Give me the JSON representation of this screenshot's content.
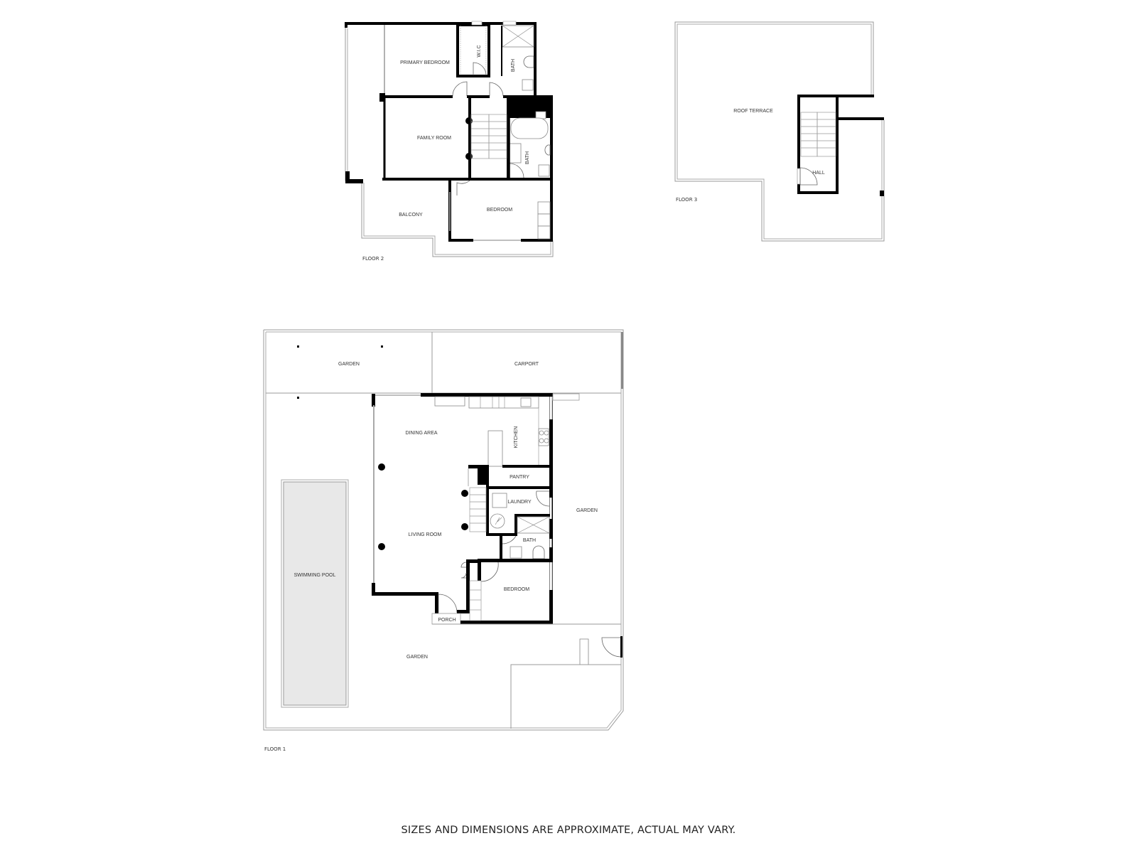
{
  "plan": {
    "floors": [
      {
        "id": "floor-2",
        "label": "FLOOR 2",
        "rooms": {
          "primary_bedroom": "PRIMARY BEDROOM",
          "wic": "W.I.C",
          "bath_ensuite": "BATH",
          "family_room": "FAMILY ROOM",
          "bath": "BATH",
          "balcony": "BALCONY",
          "bedroom": "BEDROOM"
        }
      },
      {
        "id": "floor-3",
        "label": "FLOOR 3",
        "rooms": {
          "roof_terrace": "ROOF TERRACE",
          "hall": "HALL"
        }
      },
      {
        "id": "floor-1",
        "label": "FLOOR 1",
        "rooms": {
          "garden_north": "GARDEN",
          "carport": "CARPORT",
          "dining_area": "DINING AREA",
          "kitchen": "KITCHEN",
          "pantry": "PANTRY",
          "laundry": "LAUNDRY",
          "living_room": "LIVING ROOM",
          "bath": "BATH",
          "bedroom": "BEDROOM",
          "porch": "PORCH",
          "garden_east": "GARDEN",
          "garden_south": "GARDEN",
          "swimming_pool": "SWIMMING POOL"
        }
      }
    ],
    "colors": {
      "wall": "#000000",
      "outline": "#999999",
      "pool_fill": "#e8e8e8",
      "background": "#ffffff"
    }
  },
  "disclaimer": "SIZES AND DIMENSIONS ARE APPROXIMATE, ACTUAL MAY VARY."
}
